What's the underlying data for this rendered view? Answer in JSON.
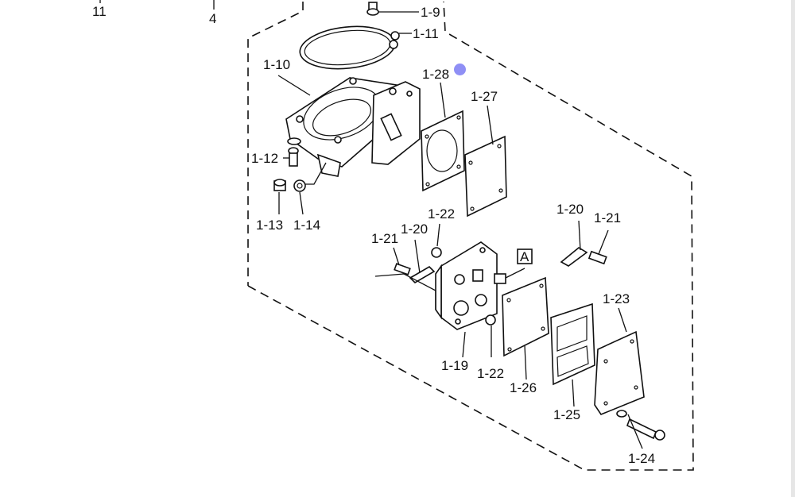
{
  "callouts": {
    "c11": "11",
    "c4": "4",
    "c1_9": "1-9",
    "c1_11": "1-11",
    "c1_10": "1-10",
    "c1_28": "1-28",
    "c1_27": "1-27",
    "c1_12": "1-12",
    "c1_13": "1-13",
    "c1_14": "1-14",
    "c1_22a": "1-22",
    "c1_21a": "1-21",
    "c1_20a": "1-20",
    "c1_20b": "1-20",
    "c1_21b": "1-21",
    "c1_23": "1-23",
    "c1_19": "1-19",
    "c1_22b": "1-22",
    "c1_26": "1-26",
    "c1_25": "1-25",
    "c1_24": "1-24"
  },
  "ref_box": "A",
  "colors": {
    "line": "#111111",
    "cursor": "#8f8ff5",
    "edge": "#e6e6e6"
  }
}
